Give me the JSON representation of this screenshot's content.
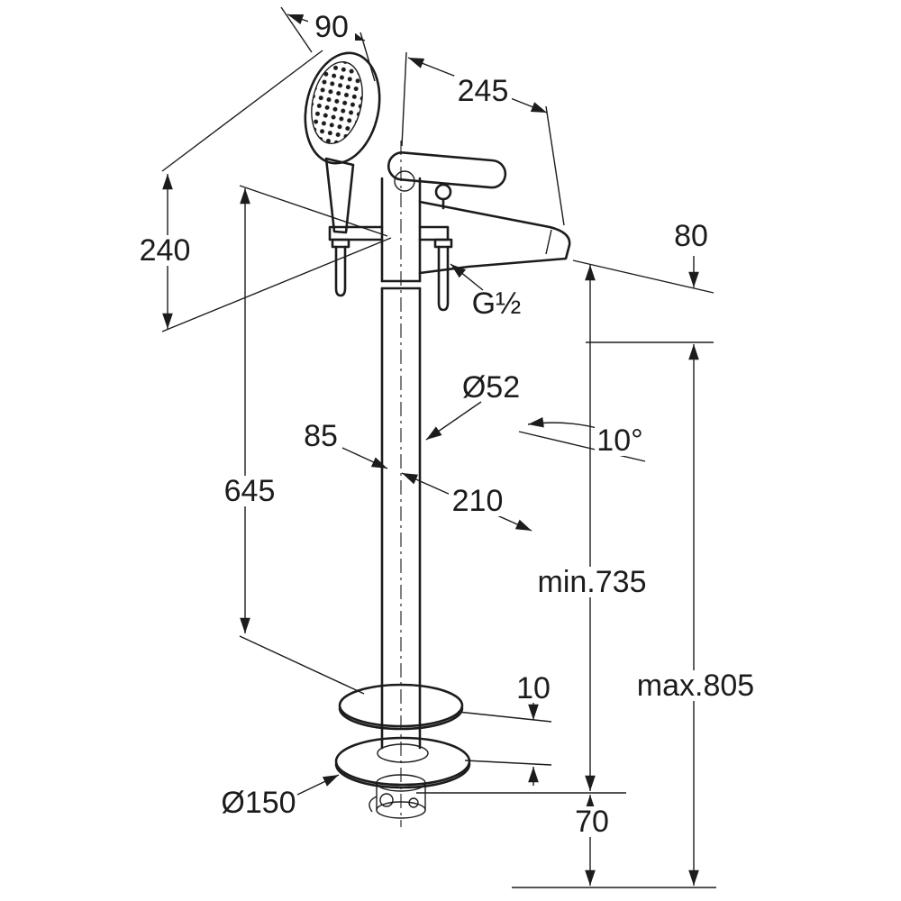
{
  "diagram": {
    "labels": {
      "dim_90": "90",
      "dim_245": "245",
      "dim_240": "240",
      "dim_80": "80",
      "thread": "G½",
      "pipe_diameter": "Ø52",
      "dim_85": "85",
      "angle": "10°",
      "dim_210": "210",
      "dim_645": "645",
      "min_height": "min.735",
      "max_height": "max.805",
      "dim_10": "10",
      "base_diameter": "Ø150",
      "dim_70": "70"
    },
    "colors": {
      "line": "#1c1c1c",
      "background": "#ffffff"
    }
  }
}
